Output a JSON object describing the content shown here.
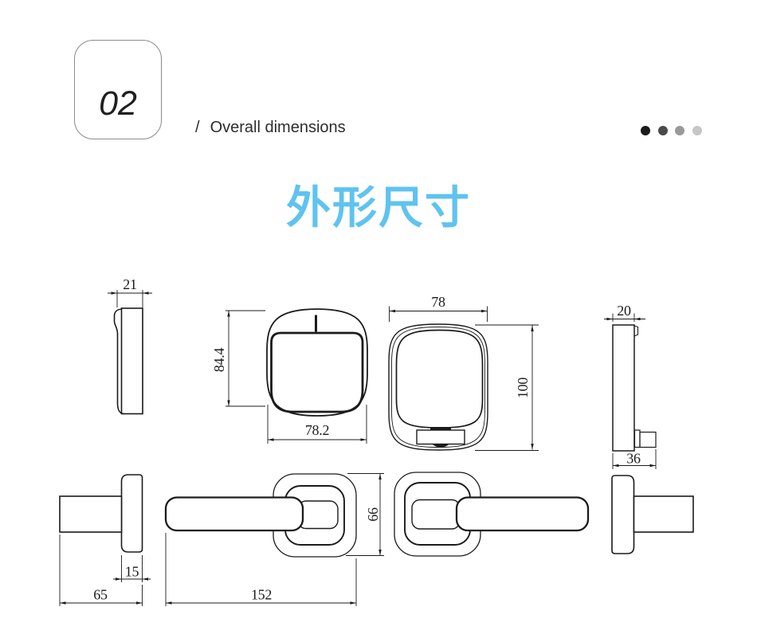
{
  "header": {
    "section_number": "02",
    "separator": "/",
    "section_title": "Overall dimensions",
    "dots": [
      "#1b1b1b",
      "#4a4a4a",
      "#999999",
      "#c6c6c6"
    ]
  },
  "title": {
    "text": "外形尺寸",
    "color": "#5fc3f0"
  },
  "drawing": {
    "line_color": "#1b1b1b",
    "views": {
      "back_escutcheon_side": {
        "width": "21"
      },
      "back_escutcheon_front": {
        "height": "84.4",
        "width": "78.2"
      },
      "front_escutcheon_front": {
        "width": "78",
        "height": "100"
      },
      "front_escutcheon_side": {
        "width": "20",
        "depth": "36"
      },
      "handle_side": {
        "rose_thickness": "15",
        "projection": "65"
      },
      "handle_front": {
        "length": "152",
        "rose_height": "66"
      }
    }
  }
}
